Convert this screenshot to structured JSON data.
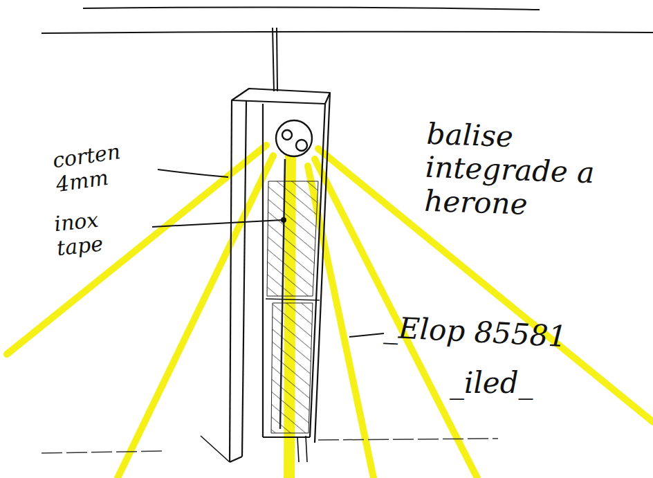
{
  "diagram": {
    "labels": [
      "corten 4mm",
      "inox tape",
      "balise integrade a herone",
      "_Elop 85581",
      "_iled_"
    ]
  }
}
